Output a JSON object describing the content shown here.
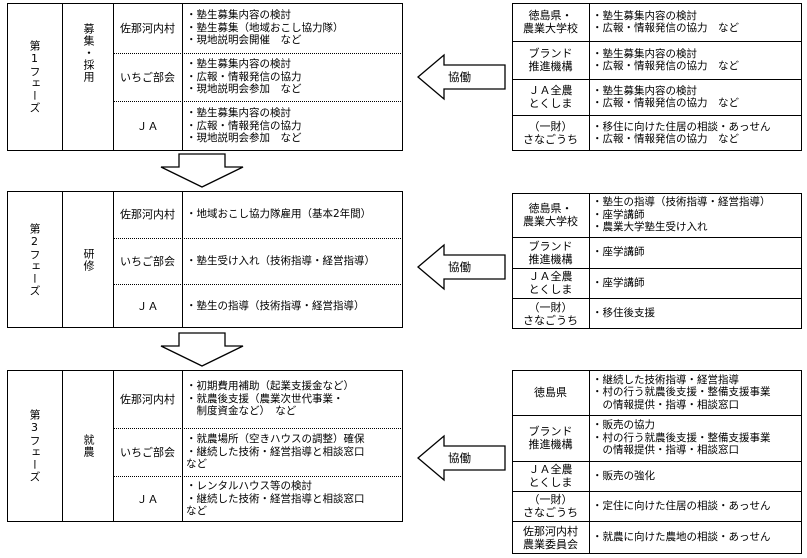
{
  "collab_label": "協働",
  "phases": [
    {
      "phase_label": "第1フェーズ",
      "stage_label": "募集・採用",
      "actors": [
        {
          "name": "佐那河内村",
          "tasks": [
            "・塾生募集内容の検討",
            "・塾生募集（地域おこし協力隊）",
            "・現地説明会開催　など"
          ]
        },
        {
          "name": "いちご部会",
          "tasks": [
            "・塾生募集内容の検討",
            "・広報・情報発信の協力",
            "・現地説明会参加　など"
          ]
        },
        {
          "name": "ＪＡ",
          "tasks": [
            "・塾生募集内容の検討",
            "・広報・情報発信の協力",
            "・現地説明会参加　など"
          ]
        }
      ],
      "partners": [
        {
          "name": "徳島県・\n農業大学校",
          "tasks": [
            "・塾生募集内容の検討",
            "・広報・情報発信の協力　など"
          ]
        },
        {
          "name": "ブランド\n推進機構",
          "tasks": [
            "・塾生募集内容の検討",
            "・広報・情報発信の協力　など"
          ]
        },
        {
          "name": "ＪＡ全農\nとくしま",
          "tasks": [
            "・塾生募集内容の検討",
            "・広報・情報発信の協力　など"
          ]
        },
        {
          "name": "（一財）\nさなごうち",
          "tasks": [
            "・移住に向けた住居の相談・あっせん",
            "・広報・情報発信の協力　など"
          ]
        }
      ]
    },
    {
      "phase_label": "第2フェーズ",
      "stage_label": "研修",
      "actors": [
        {
          "name": "佐那河内村",
          "tasks": [
            "・地域おこし協力隊雇用（基本2年間）"
          ]
        },
        {
          "name": "いちご部会",
          "tasks": [
            "・塾生受け入れ（技術指導・経営指導）"
          ]
        },
        {
          "name": "ＪＡ",
          "tasks": [
            "・塾生の指導（技術指導・経営指導）"
          ]
        }
      ],
      "partners": [
        {
          "name": "徳島県・\n農業大学校",
          "tasks": [
            "・塾生の指導（技術指導・経営指導）",
            "・座学講師",
            "・農業大学塾生受け入れ"
          ]
        },
        {
          "name": "ブランド\n推進機構",
          "tasks": [
            "・座学講師"
          ]
        },
        {
          "name": "ＪＡ全農\nとくしま",
          "tasks": [
            "・座学講師"
          ]
        },
        {
          "name": "（一財）\nさなごうち",
          "tasks": [
            "・移住後支援"
          ]
        }
      ]
    },
    {
      "phase_label": "第3フェーズ",
      "stage_label": "就農",
      "actors": [
        {
          "name": "佐那河内村",
          "tasks": [
            "・初期費用補助（起業支援金など）",
            "・就農後支援（農業次世代事業・",
            "　制度資金など）　など"
          ]
        },
        {
          "name": "いちご部会",
          "tasks": [
            "・就農場所（空きハウスの調整）確保",
            "・継続した技術・経営指導と相談窓口",
            "など"
          ]
        },
        {
          "name": "ＪＡ",
          "tasks": [
            "・レンタルハウス等の検討",
            "・継続した技術・経営指導と相談窓口",
            "など"
          ]
        }
      ],
      "partners": [
        {
          "name": "徳島県",
          "tasks": [
            "・継続した技術指導・経営指導",
            "・村の行う就農後支援・整備支援事業",
            "　の情報提供・指導・相談窓口"
          ]
        },
        {
          "name": "ブランド\n推進機構",
          "tasks": [
            "・販売の協力",
            "・村の行う就農後支援・整備支援事業",
            "　の情報提供・指導・相談窓口"
          ]
        },
        {
          "name": "ＪＡ全農\nとくしま",
          "tasks": [
            "・販売の強化"
          ]
        },
        {
          "name": "（一財）\nさなごうち",
          "tasks": [
            "・定住に向けた住居の相談・あっせん"
          ]
        },
        {
          "name": "佐那河内村\n農業委員会",
          "tasks": [
            "・就農に向けた農地の相談・あっせん"
          ]
        }
      ]
    }
  ]
}
